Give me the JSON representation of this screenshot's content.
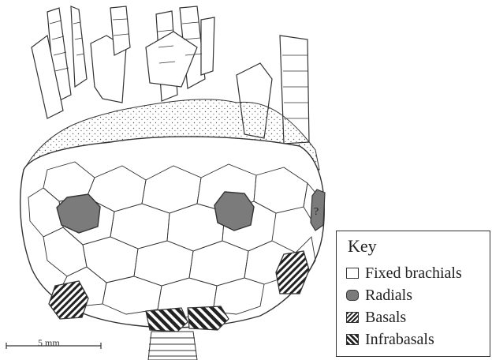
{
  "key": {
    "title": "Key",
    "items": [
      {
        "label": "Fixed brachials",
        "pattern": "plain",
        "color": "#ffffff"
      },
      {
        "label": "Radials",
        "pattern": "filled",
        "color": "#7b7b7b"
      },
      {
        "label": "Basals",
        "pattern": "diagonal-hatch",
        "color": "#222222"
      },
      {
        "label": "Infrabasals",
        "pattern": "bold-hatch",
        "color": "#222222"
      }
    ]
  },
  "scale_bar": {
    "label": "5 mm"
  },
  "plate_number": "?",
  "colors": {
    "line": "#333333",
    "radial": "#7b7b7b",
    "stipple": "#555555"
  }
}
